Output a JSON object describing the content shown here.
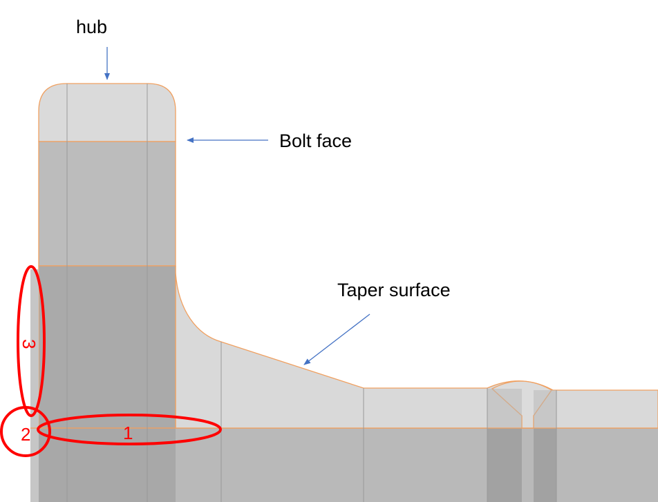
{
  "labels": {
    "hub": "hub",
    "bolt_face": "Bolt face",
    "taper_surface": "Taper surface"
  },
  "markers": [
    {
      "number": "1"
    },
    {
      "number": "2"
    },
    {
      "number": "3"
    }
  ],
  "colors": {
    "arrow": "#4472c4",
    "marker": "#ff0000",
    "edge": "#f0a060"
  }
}
